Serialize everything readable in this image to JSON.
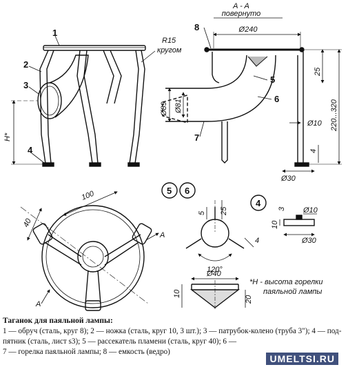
{
  "section": {
    "title": "A - A",
    "subtitle": "повернуто",
    "arrow_label": "A"
  },
  "dims": {
    "d240": "Ø240",
    "r15": "R15",
    "r15_note": "кругом",
    "h": "H*",
    "d89": "Ø89",
    "d81": "Ø81",
    "d10": "Ø10",
    "d30": "Ø30",
    "d40": "Ø40",
    "v25": "25",
    "v4": "4",
    "v220": "220...320",
    "v100": "100",
    "v40": "40",
    "v5": "5",
    "v120": "120°",
    "v3": "3",
    "v10": "10",
    "v20": "20"
  },
  "callouts": [
    "1",
    "2",
    "3",
    "4",
    "5",
    "6",
    "7",
    "8"
  ],
  "detail_marks": [
    "5",
    "6",
    "4"
  ],
  "footnote": [
    "*H - высота горелки",
    "паяльной лампы"
  ],
  "caption": {
    "title": "Таганок для паяльной лампы:",
    "line1": "1 — обруч (сталь, круг 8); 2 — ножка (сталь, круг 10, 3 шт.); 3 — патрубок-колено (труба 3\"); 4 — под-",
    "line2": "пятник (сталь, лист s3); 5 — рассекатель пламени (сталь, круг 40); 6 —",
    "line3": "7 — горелка паяльной лампы; 8 — емкость (ведро)"
  },
  "watermark": "UMELTSI.RU"
}
